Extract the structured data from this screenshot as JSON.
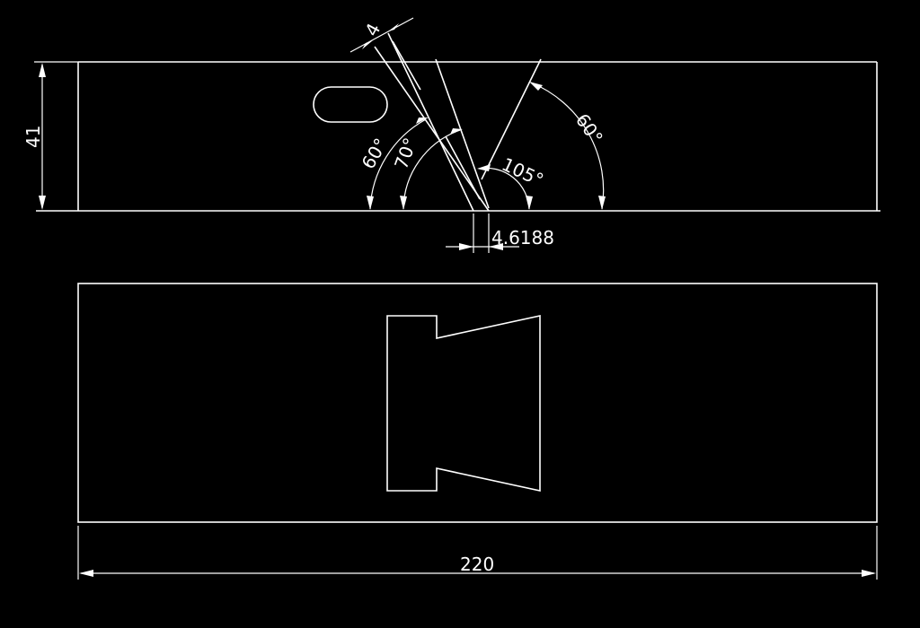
{
  "drawing": {
    "dimensions": {
      "height": "41",
      "width": "220",
      "slot_width": "4",
      "offset": "4.6188",
      "angle_left_outer": "60°",
      "angle_left_inner": "70°",
      "angle_center": "105°",
      "angle_right": "60°"
    },
    "colors": {
      "background": "#000000",
      "lines": "#ffffff"
    }
  }
}
